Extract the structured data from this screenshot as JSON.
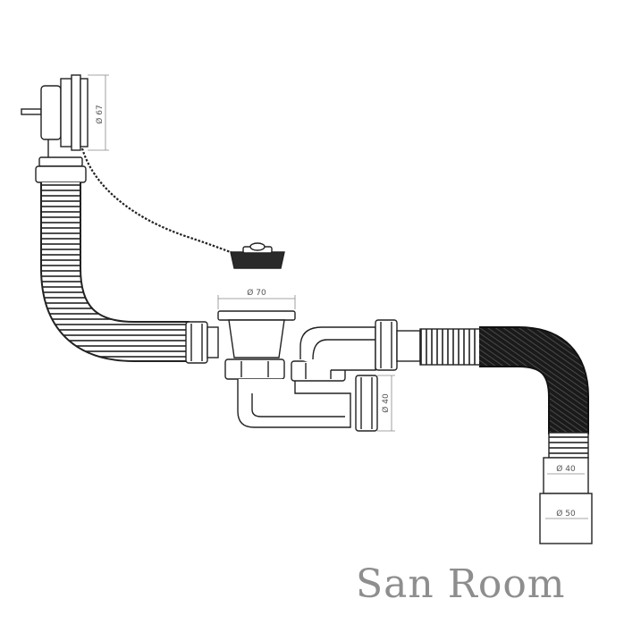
{
  "watermark": "San Room",
  "dimensions": {
    "plug_diameter": "Ø 67",
    "drain_diameter": "Ø 70",
    "side_outlet": "Ø 40",
    "outlet_inner": "Ø 40",
    "outlet_outer": "Ø 50"
  },
  "colors": {
    "line": "#222222",
    "hose_dark": "#141414",
    "dim": "#777777",
    "watermark": "#8e8e8e"
  }
}
